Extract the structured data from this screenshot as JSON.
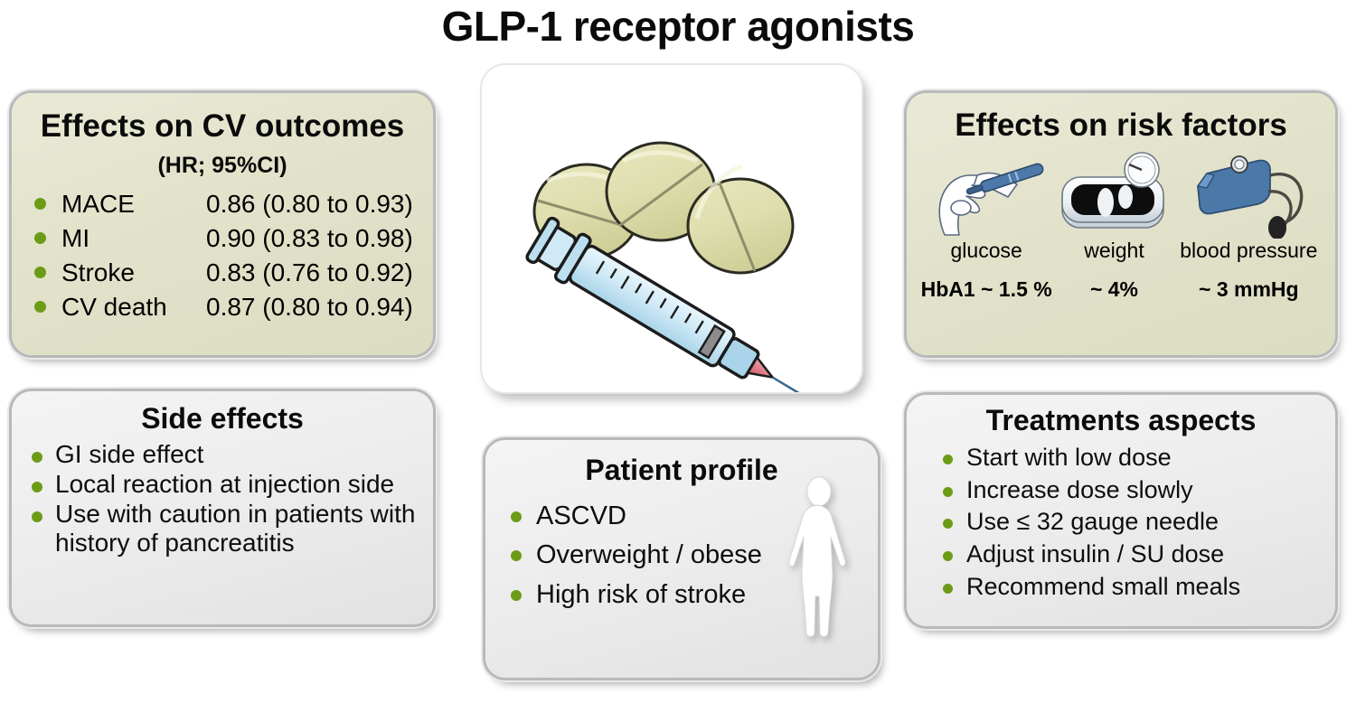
{
  "title": "GLP-1 receptor agonists",
  "colors": {
    "olive_card": "#e3e3cc",
    "gray_card": "#ededed",
    "bullet_green": "#6c9c17",
    "card_border": "#b9b9b9",
    "text": "#0d0d0d",
    "pill_yellow": "#dcdca8",
    "syringe_blue": "#cfe8f5",
    "needle_red": "#e0707a",
    "device_blue": "#4a79a8"
  },
  "cv_outcomes": {
    "title": "Effects on CV outcomes",
    "subtitle": "(HR; 95%CI)",
    "rows": [
      {
        "label": "MACE",
        "value": "0.86 (0.80 to 0.93)"
      },
      {
        "label": "MI",
        "value": "0.90 (0.83 to 0.98)"
      },
      {
        "label": "Stroke",
        "value": "0.83 (0.76 to 0.92)"
      },
      {
        "label": "CV death",
        "value": "0.87 (0.80 to 0.94)"
      }
    ]
  },
  "side_effects": {
    "title": "Side effects",
    "items": [
      "GI side effect",
      "Local reaction at injection  side",
      "Use with caution in patients with history of pancreatitis"
    ]
  },
  "picture": {
    "alt": "Three round tablets above a filled syringe",
    "icons": [
      "pill-icon",
      "pill-icon",
      "pill-icon",
      "syringe-icon"
    ]
  },
  "patient_profile": {
    "title": "Patient profile",
    "items": [
      "ASCVD",
      "Overweight / obese",
      "High risk of stroke"
    ],
    "figure_icon": "human-body-icon"
  },
  "risk_factors": {
    "title": "Effects on risk factors",
    "columns": [
      {
        "icon": "glucose-lancet-icon",
        "label": "glucose",
        "value": "HbA1 ~ 1.5 %"
      },
      {
        "icon": "weight-scale-icon",
        "label": "weight",
        "value": "~  4%"
      },
      {
        "icon": "blood-pressure-icon",
        "label": "blood pressure",
        "value": "~ 3 mmHg"
      }
    ]
  },
  "treatments": {
    "title": "Treatments aspects",
    "items": [
      "Start with low dose",
      "Increase dose slowly",
      "Use ≤ 32 gauge needle",
      "Adjust insulin / SU dose",
      "Recommend small meals"
    ]
  }
}
